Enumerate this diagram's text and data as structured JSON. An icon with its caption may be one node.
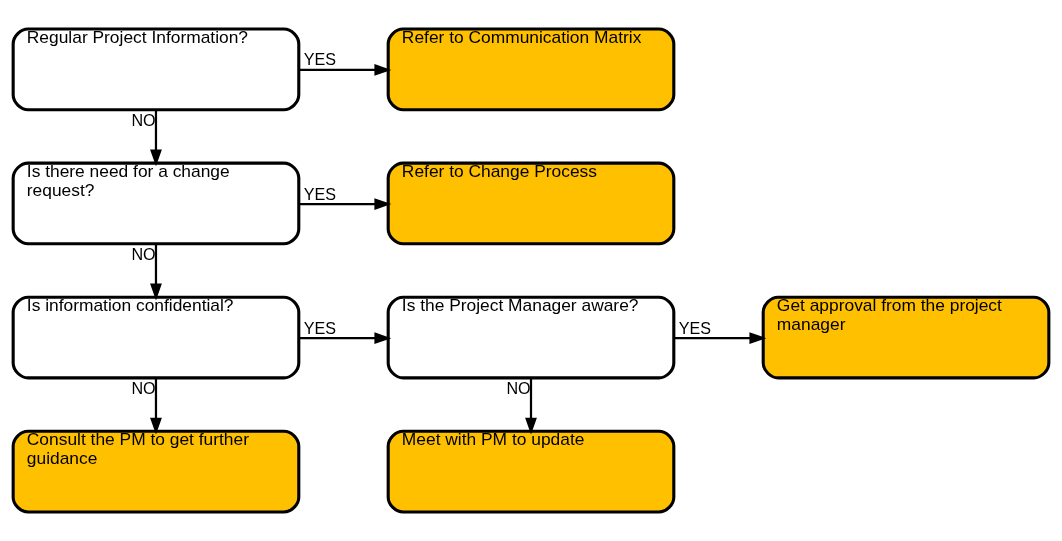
{
  "diagram": {
    "nodes": [
      {
        "text": [
          "Regular Project Information?"
        ]
      },
      {
        "text": [
          "Refer to Communication Matrix"
        ]
      },
      {
        "text": [
          "Is there need for a change request?"
        ]
      },
      {
        "text": [
          "Refer to Change Process"
        ]
      },
      {
        "text": [
          "Is information confidential?"
        ]
      },
      {
        "text": [
          "Is the Project Manager aware?"
        ]
      },
      {
        "text": [
          "Get approval from the project manager"
        ]
      },
      {
        "text": [
          "Consult the PM to get further guidance"
        ]
      },
      {
        "text": [
          "Meet with PM to update"
        ]
      }
    ],
    "edges": [
      {
        "from": 0,
        "to": 1,
        "arrow": "to",
        "label": "YES"
      },
      {
        "from": 0,
        "to": 2,
        "arrow": "to",
        "label": "NO"
      },
      {
        "from": 2,
        "to": 3,
        "arrow": "to",
        "label": "YES"
      },
      {
        "from": 2,
        "to": 4,
        "arrow": "to",
        "label": "NO"
      },
      {
        "from": 4,
        "to": 5,
        "arrow": "to",
        "label": "YES"
      },
      {
        "from": 5,
        "to": 6,
        "arrow": "to",
        "label": "YES"
      },
      {
        "from": 4,
        "to": 7,
        "arrow": "to",
        "label": "NO"
      },
      {
        "from": 5,
        "to": 8,
        "arrow": "to",
        "label": "NO"
      }
    ]
  }
}
